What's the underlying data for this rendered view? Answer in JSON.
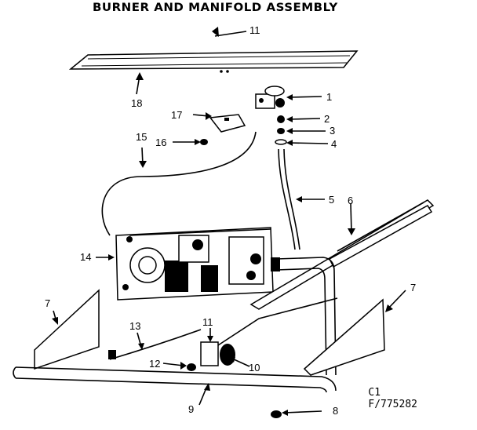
{
  "title": "BURNER AND MANIFOLD ASSEMBLY",
  "figure_ref": {
    "line1": "C1",
    "line2": "F/775282"
  },
  "callouts": {
    "c1": "1",
    "c2": "2",
    "c3": "3",
    "c4": "4",
    "c5": "5",
    "c6": "6",
    "c7a": "7",
    "c7b": "7",
    "c8": "8",
    "c9": "9",
    "c10": "10",
    "c11top": "11",
    "c11mid": "11",
    "c12": "12",
    "c13": "13",
    "c14": "14",
    "c15": "15",
    "c16": "16",
    "c17": "17",
    "c18": "18"
  }
}
